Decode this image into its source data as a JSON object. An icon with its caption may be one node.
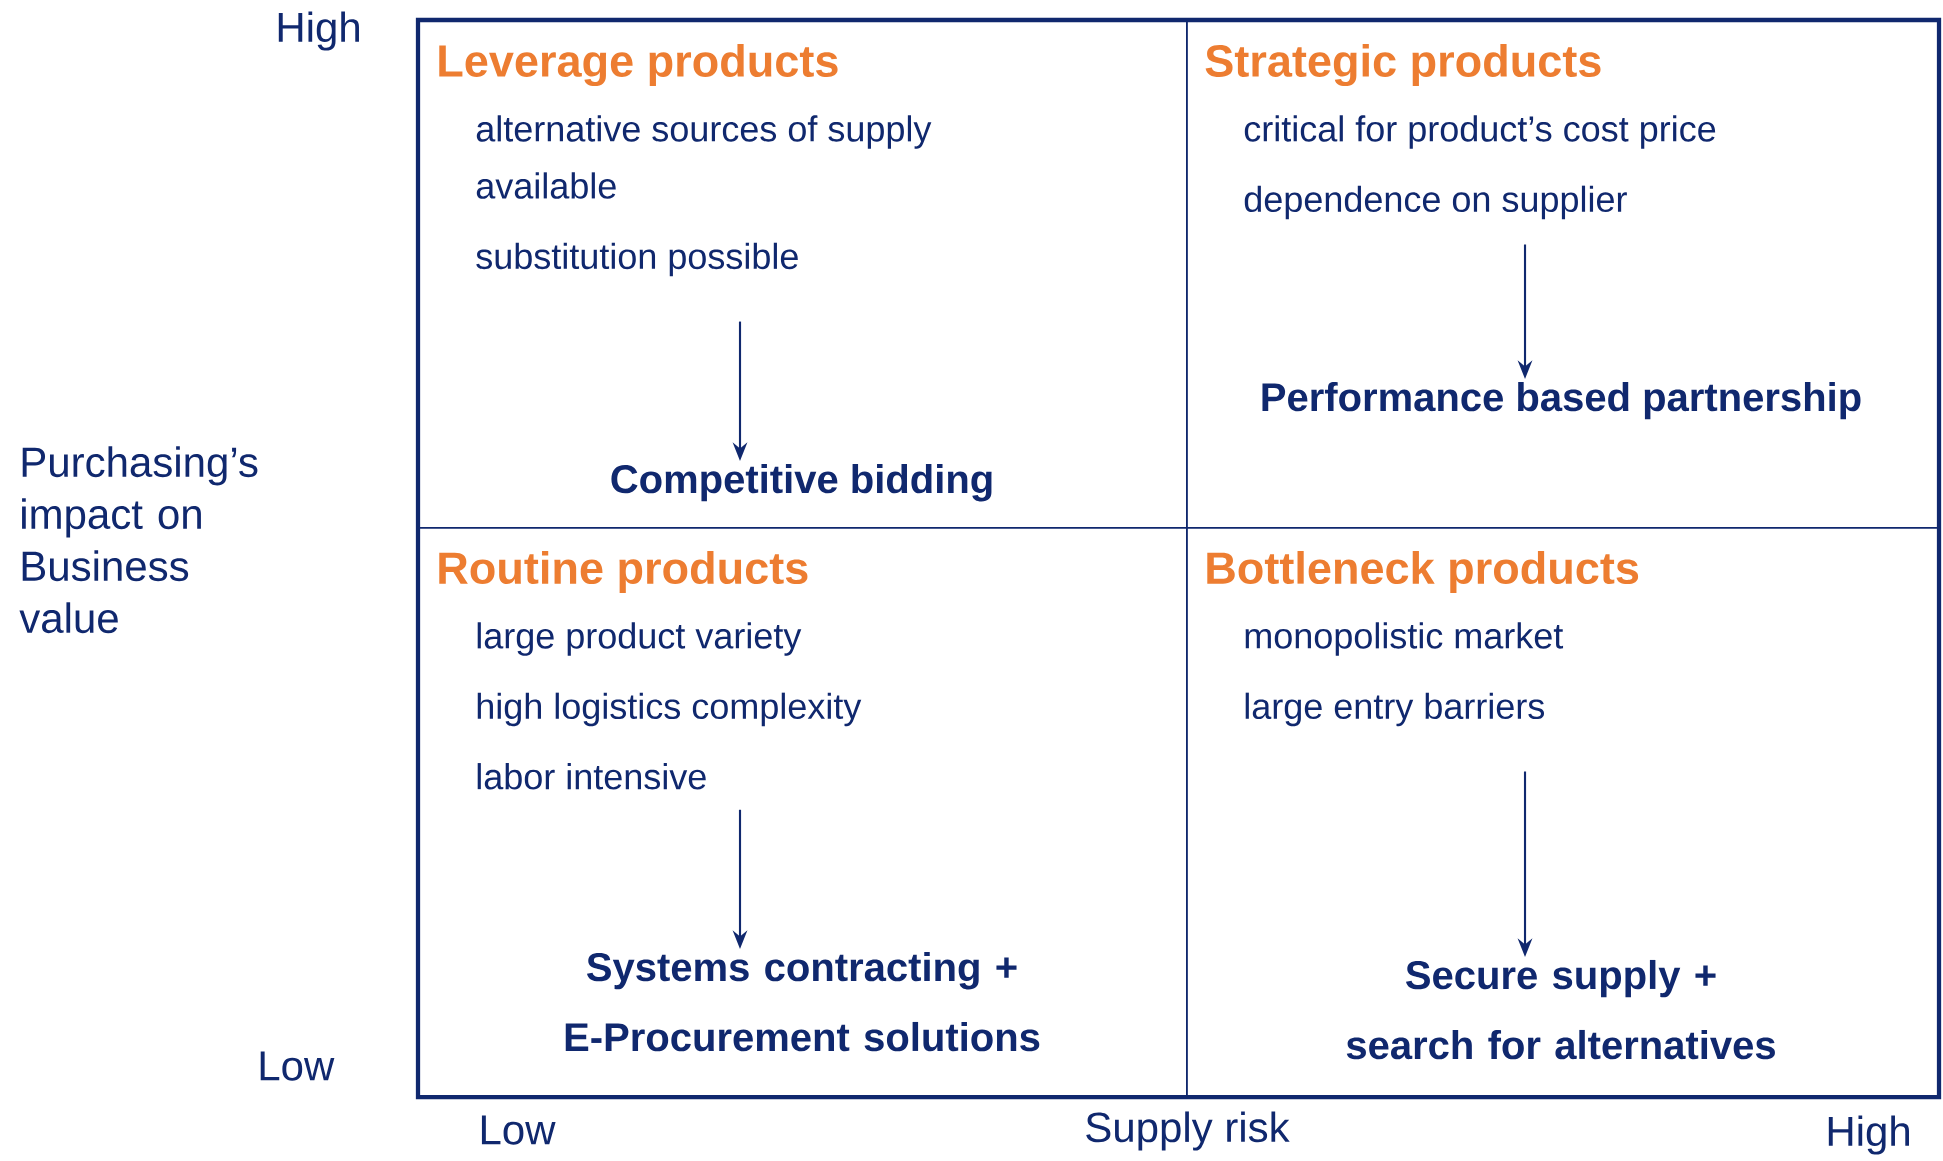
{
  "diagram": {
    "nodes": [
      {
        "text": [
          "Leverage products"
        ]
      },
      {
        "text": [
          "alternative sources of supply available",
          "substitution possible"
        ],
        "in": 0
      },
      {
        "text": [
          "Competitive bidding"
        ],
        "in": 0
      },
      {
        "text": [
          "Strategic products"
        ]
      },
      {
        "text": [
          "critical for product’s cost price",
          "dependence on supplier"
        ],
        "in": 3
      },
      {
        "text": [
          "Performance based partnership"
        ],
        "in": 3
      },
      {
        "text": [
          "Routine products"
        ]
      },
      {
        "text": [
          "large product variety",
          "high logistics complexity",
          "labor intensive"
        ],
        "in": 6
      },
      {
        "text": [
          "Systems contracting + E-Procurement solutions"
        ],
        "in": 6
      },
      {
        "text": [
          "Bottleneck products"
        ]
      },
      {
        "text": [
          "monopolistic market",
          "large entry barriers"
        ],
        "in": 9
      },
      {
        "text": [
          "Secure supply + search for alternatives"
        ],
        "in": 9
      }
    ],
    "edges": [
      {
        "from": 1,
        "to": 2,
        "arrow": "to"
      },
      {
        "from": 4,
        "to": 5,
        "arrow": "to"
      },
      {
        "from": 7,
        "to": 8,
        "arrow": "to"
      },
      {
        "from": 10,
        "to": 11,
        "arrow": "to"
      }
    ],
    "labels": [
      "High",
      "Purchasing’s impact on Business value",
      "Low",
      "Low",
      "Supply risk",
      "High"
    ]
  }
}
